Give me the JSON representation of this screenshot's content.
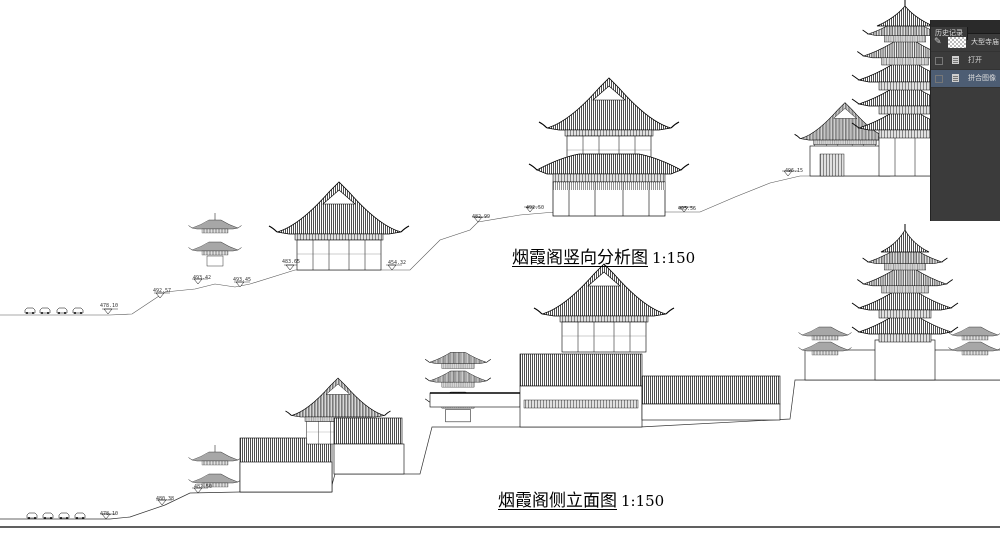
{
  "drawing": {
    "vertical_title": "烟霞阁竖向分析图",
    "vertical_scale": "1:150",
    "side_title": "烟霞阁侧立面图",
    "side_scale": "1:150",
    "elevations_top": [
      "478.10",
      "492.57",
      "493.42",
      "493.45",
      "483.65",
      "454.32",
      "482.99",
      "492.50",
      "495.56",
      "496.15"
    ],
    "elevations_bottom": [
      "478.10",
      "480.38",
      "482.50"
    ]
  },
  "history_panel": {
    "tab_label": "历史记录",
    "snapshot_label": "大型寺庙",
    "items": [
      {
        "label": "打开",
        "selected": false
      },
      {
        "label": "拼合图像",
        "selected": true
      }
    ]
  }
}
